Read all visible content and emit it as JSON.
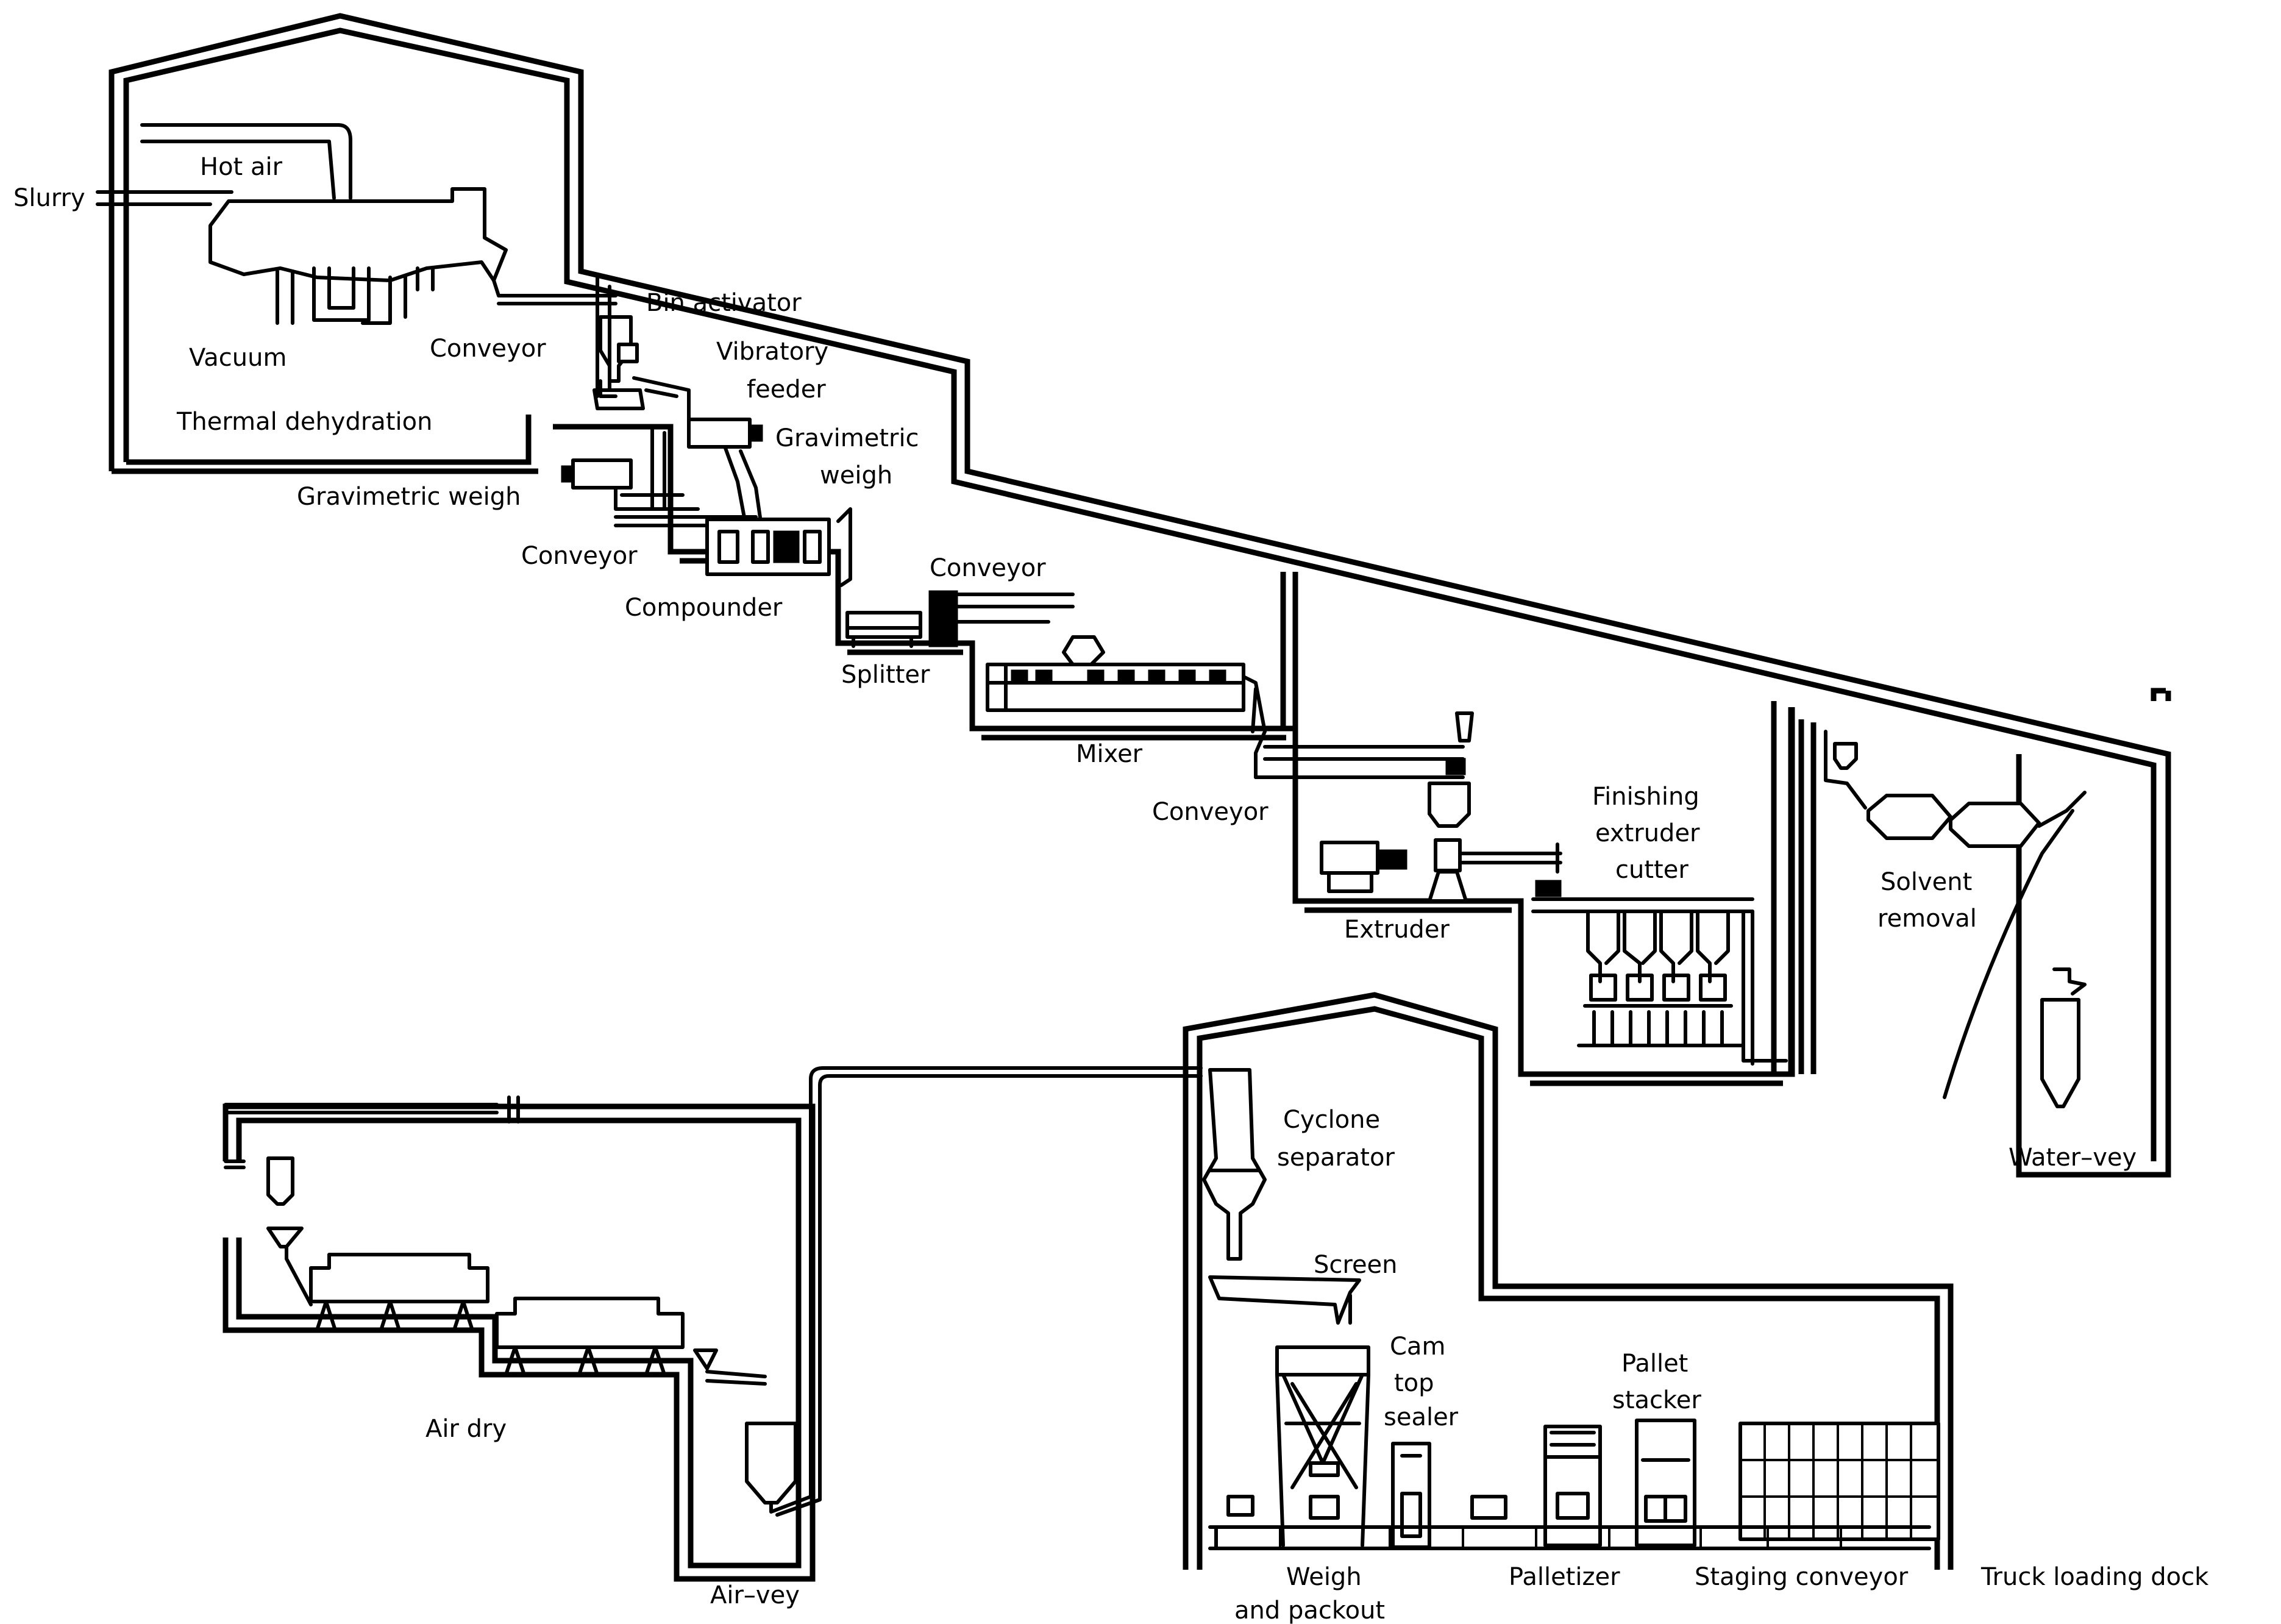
{
  "labels": {
    "slurry": "Slurry",
    "hot_air": "Hot air",
    "vacuum": "Vacuum",
    "conveyor_1": "Conveyor",
    "thermal_dehydration": "Thermal dehydration",
    "bin_activator": "Bin activator",
    "vibratory_feeder_line1": "Vibratory",
    "vibratory_feeder_line2": "feeder",
    "gravimetric_weigh_right_line1": "Gravimetric",
    "gravimetric_weigh_right_line2": "weigh",
    "gravimetric_weigh_left": "Gravimetric weigh",
    "conveyor_2": "Conveyor",
    "compounder": "Compounder",
    "conveyor_3": "Conveyor",
    "splitter": "Splitter",
    "mixer": "Mixer",
    "conveyor_4": "Conveyor",
    "extruder": "Extruder",
    "finishing_extruder_cutter_line1": "Finishing",
    "finishing_extruder_cutter_line2": "extruder",
    "finishing_extruder_cutter_line3": "cutter",
    "solvent_removal_line1": "Solvent",
    "solvent_removal_line2": "removal",
    "water_vey": "Water–vey",
    "cyclone_separator_line1": "Cyclone",
    "cyclone_separator_line2": "separator",
    "screen": "Screen",
    "cam_top_sealer_line1": "Cam",
    "cam_top_sealer_line2": "top",
    "cam_top_sealer_line3": "sealer",
    "pallet_stacker_line1": "Pallet",
    "pallet_stacker_line2": "stacker",
    "air_dry": "Air dry",
    "air_vey": "Air–vey",
    "weigh_and_packout_line1": "Weigh",
    "weigh_and_packout_line2": "and packout",
    "palletizer": "Palletizer",
    "staging_conveyor": "Staging conveyor",
    "truck_loading_dock": "Truck loading dock"
  }
}
